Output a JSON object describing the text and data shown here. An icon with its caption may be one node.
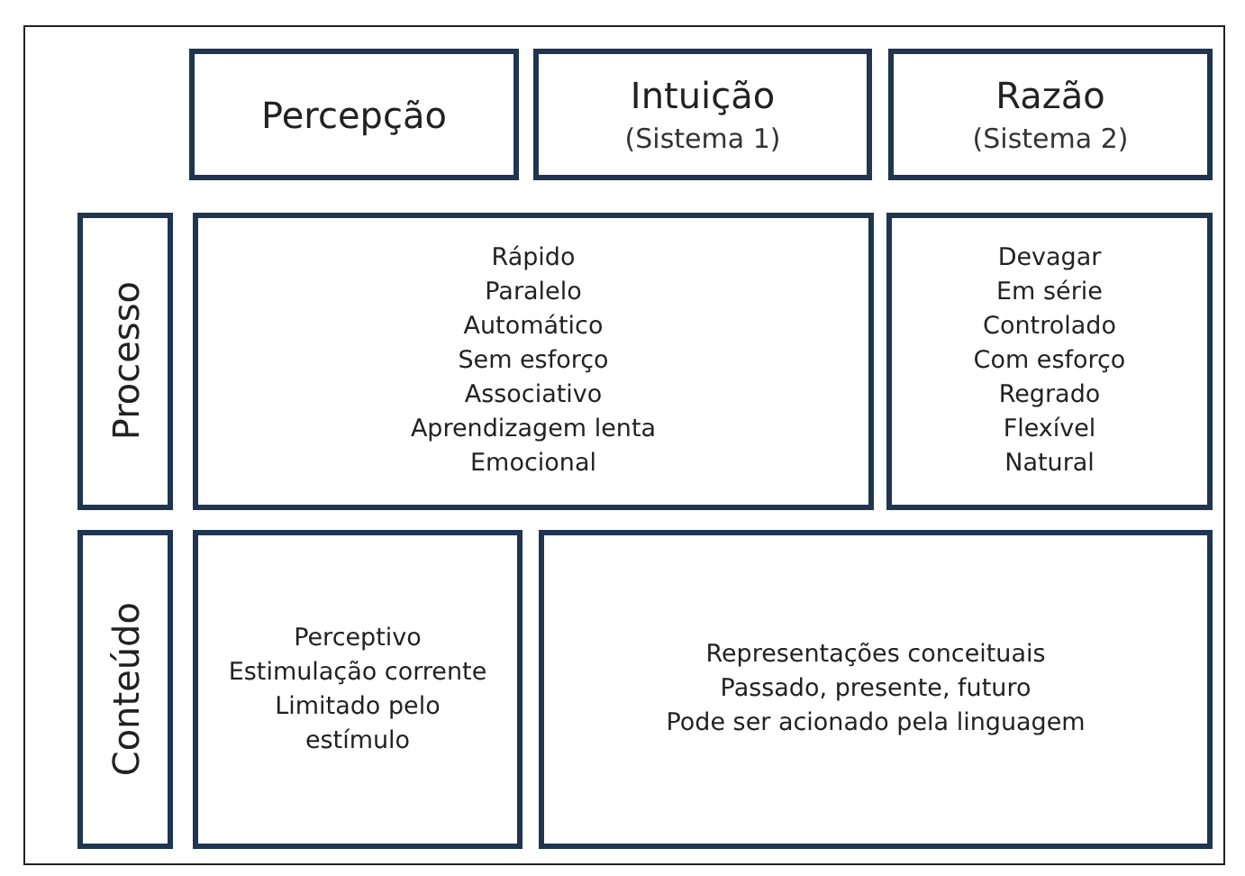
{
  "diagram": {
    "nodes": [
      {
        "text": [
          "Percepção"
        ]
      },
      {
        "text": [
          "Intuição",
          "(Sistema 1)"
        ]
      },
      {
        "text": [
          "Razão",
          "(Sistema 2)"
        ]
      },
      {
        "text": [
          "Processo"
        ]
      },
      {
        "text": [
          "Rápido",
          "Paralelo",
          "Automático",
          "Sem esforço",
          "Associativo",
          "Aprendizagem lenta",
          "Emocional"
        ]
      },
      {
        "text": [
          "Devagar",
          "Em série",
          "Controlado",
          "Com esforço",
          "Regrado",
          "Flexível",
          "Natural"
        ]
      },
      {
        "text": [
          "Conteúdo"
        ]
      },
      {
        "text": [
          "Perceptivo",
          "Estimulação corrente",
          "Limitado pelo estímulo"
        ]
      },
      {
        "text": [
          "Representações conceituais",
          "Passado, presente, futuro",
          "Pode ser acionado pela linguagem"
        ]
      }
    ],
    "edges": []
  }
}
